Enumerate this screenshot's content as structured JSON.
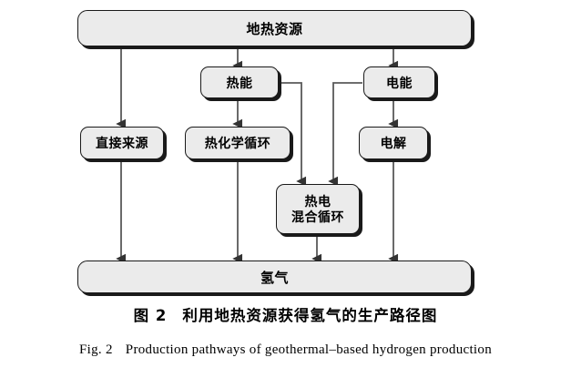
{
  "figure": {
    "nodes": [
      {
        "id": "geothermal-resource",
        "label": "地热资源"
      },
      {
        "id": "thermal-energy",
        "label": "热能"
      },
      {
        "id": "electrical-energy",
        "label": "电能"
      },
      {
        "id": "direct-source",
        "label": "直接来源"
      },
      {
        "id": "thermochemical-cycle",
        "label": "热化学循环"
      },
      {
        "id": "electrolysis",
        "label": "电解"
      },
      {
        "id": "hybrid-cycle-line1",
        "label": "热电"
      },
      {
        "id": "hybrid-cycle-line2",
        "label": "混合循环"
      },
      {
        "id": "hydrogen",
        "label": "氢气"
      }
    ],
    "caption_cn_label": "图 2",
    "caption_cn_text": "利用地热资源获得氢气的生产路径图",
    "caption_en_label": "Fig. 2",
    "caption_en_text": "Production pathways of geothermal–based hydrogen production",
    "colors": {
      "node_fill": "#ebebeb",
      "node_border": "#1a1a1a",
      "shadow": "#1a1a1a",
      "connector": "#595959",
      "background": "#ffffff"
    }
  }
}
